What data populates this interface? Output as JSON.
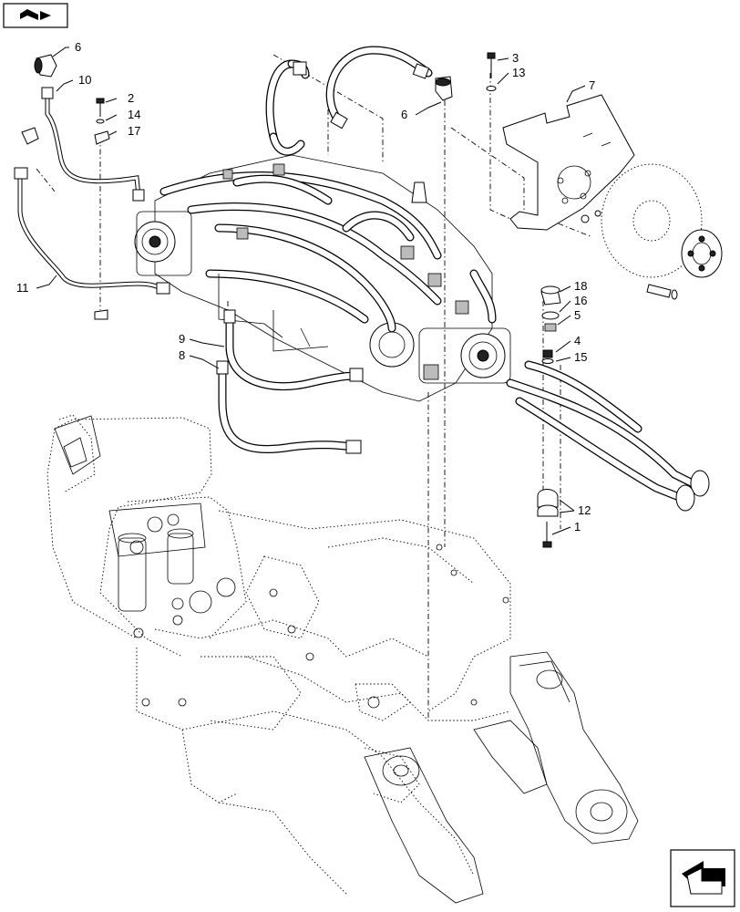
{
  "labels": {
    "l1": "1",
    "l2": "2",
    "l3": "3",
    "l4": "4",
    "l5": "5",
    "l6a": "6",
    "l6b": "6",
    "l7": "7",
    "l8": "8",
    "l9": "9",
    "l10": "10",
    "l11": "11",
    "l12": "12",
    "l13": "13",
    "l14": "14",
    "l15": "15",
    "l16": "16",
    "l17": "17",
    "l18": "18"
  },
  "icons": {
    "top_left": "book-arrow-icon",
    "bottom_right": "navigate-arrow-icon"
  }
}
